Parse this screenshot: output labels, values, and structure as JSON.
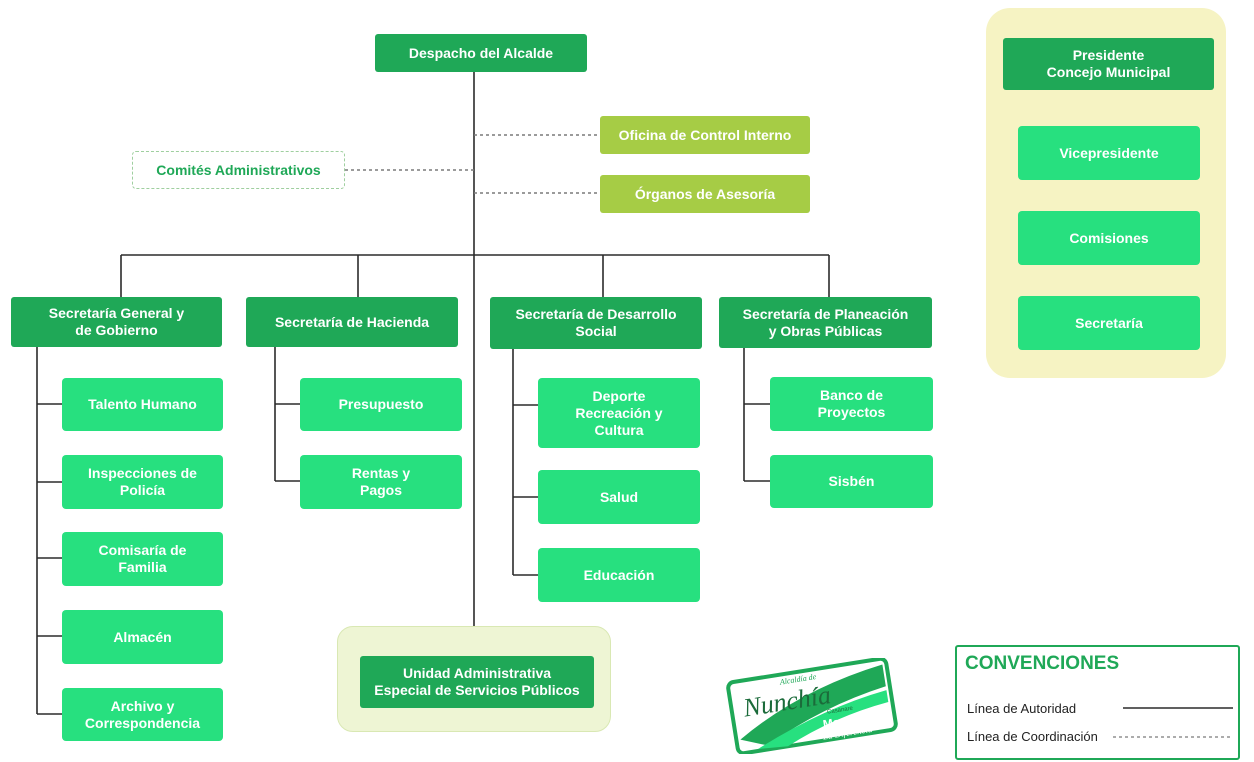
{
  "mayor_office": "Despacho del Alcalde",
  "staff_units": {
    "internal_control": "Oficina de Control Interno",
    "advisory_bodies": "Órganos de Asesoría",
    "admin_committees": "Comités Administrativos"
  },
  "secretariats": [
    {
      "name": "Secretaría General y\nde Gobierno",
      "units": [
        "Talento Humano",
        "Inspecciones de\nPolicía",
        "Comisaría de\nFamilia",
        "Almacén",
        "Archivo y\nCorrespondencia"
      ]
    },
    {
      "name": "Secretaría de Hacienda",
      "units": [
        "Presupuesto",
        "Rentas y\nPagos"
      ]
    },
    {
      "name": "Secretaría de Desarrollo\nSocial",
      "units": [
        "Deporte\nRecreación y\nCultura",
        "Salud",
        "Educación"
      ]
    },
    {
      "name": "Secretaría de Planeación\ny Obras Públicas",
      "units": [
        "Banco de\nProyectos",
        "Sisbén"
      ]
    }
  ],
  "special_unit": "Unidad Administrativa\nEspecial de Servicios Públicos",
  "council": {
    "president": "Presidente\nConcejo Municipal",
    "members": [
      "Vicepresidente",
      "Comisiones",
      "Secretaría"
    ]
  },
  "logo": {
    "top_text": "Alcaldía de",
    "town": "Nunchía",
    "region": "Casanare",
    "slogan_1": "Marcando",
    "slogan_2": "La Diferencia"
  },
  "legend": {
    "title": "CONVENCIONES",
    "authority": "Línea de Autoridad",
    "coordination": "Línea de Coordinación"
  },
  "colors": {
    "dark_green": "#1fa857",
    "bright_green": "#27e07f",
    "lime_green": "#a6cc45",
    "council_panel": "#f6f3c3"
  }
}
